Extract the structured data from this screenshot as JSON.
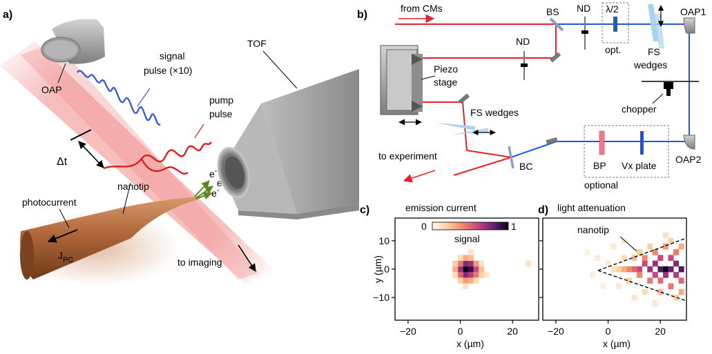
{
  "panels": {
    "a": "a)",
    "b": "b)",
    "c": "c)",
    "d": "d)"
  },
  "panel_a": {
    "oap": "OAP",
    "signal_pulse_line1": "signal",
    "signal_pulse_line2": "pulse (×10)",
    "pump_pulse_line1": "pump",
    "pump_pulse_line2": "pulse",
    "tof": "TOF",
    "delay": "Δt",
    "nanotip": "nanotip",
    "photocurrent": "photocurrent",
    "jpc_main": "J",
    "jpc_sub": "PC",
    "electron": "e",
    "electron_sup": "-",
    "to_imaging": "to imaging",
    "colors": {
      "signal": "#3b5bd6",
      "pump": "#e01b1b",
      "beam": "#f6a6a6",
      "tip": "#a0582a",
      "electron_arrow": "#5a8a1e",
      "metal": "#9a9a9a"
    }
  },
  "panel_b": {
    "from_cms": "from CMs",
    "bs": "BS",
    "nd1": "ND",
    "nd2": "ND",
    "lambda2": "λ/2",
    "opt": "opt.",
    "oap1": "OAP1",
    "fs_wedges_top_line1": "FS",
    "fs_wedges_top_line2": "wedges",
    "piezo_line1": "Piezo",
    "piezo_line2": "stage",
    "chopper": "chopper",
    "fs_wedges_bottom": "FS wedges",
    "to_experiment": "to experiment",
    "bc": "BC",
    "bp": "BP",
    "vx_plate": "Vx plate",
    "optional": "optional",
    "oap2": "OAP2",
    "colors": {
      "red_beam": "#e8202a",
      "blue_beam": "#2255dd",
      "wedge": "#a8d4f0"
    }
  },
  "panel_c": {
    "title": "emission current",
    "colorbar_min": "0",
    "colorbar_max": "1",
    "colorbar_label": "signal",
    "y_axis_label": "y (µm)",
    "x_axis_label": "x (µm)",
    "x_ticks": [
      "−20",
      "0",
      "20"
    ],
    "y_ticks": [
      "10",
      "0",
      "−10"
    ]
  },
  "panel_d": {
    "title": "light attenuation",
    "annotation": "nanotip",
    "x_axis_label": "x (µm)",
    "x_ticks": [
      "−20",
      "0",
      "20"
    ]
  },
  "chart_data": [
    {
      "type": "heatmap",
      "title": "emission current",
      "xlabel": "x (µm)",
      "ylabel": "y (µm)",
      "xlim": [
        -25,
        30
      ],
      "ylim": [
        -18,
        18
      ],
      "colorbar": {
        "label": "signal",
        "range": [
          0,
          1
        ]
      },
      "points": [
        {
          "x": 2,
          "y": 0,
          "v": 1.0
        },
        {
          "x": 4,
          "y": 0,
          "v": 0.9
        },
        {
          "x": 2,
          "y": 2,
          "v": 0.75
        },
        {
          "x": 4,
          "y": 2,
          "v": 0.7
        },
        {
          "x": 0,
          "y": 0,
          "v": 0.7
        },
        {
          "x": 2,
          "y": -2,
          "v": 0.75
        },
        {
          "x": 4,
          "y": -2,
          "v": 0.65
        },
        {
          "x": 6,
          "y": 0,
          "v": 0.6
        },
        {
          "x": 0,
          "y": 2,
          "v": 0.45
        },
        {
          "x": 0,
          "y": -2,
          "v": 0.5
        },
        {
          "x": 6,
          "y": -2,
          "v": 0.45
        },
        {
          "x": 6,
          "y": 2,
          "v": 0.35
        },
        {
          "x": 2,
          "y": 4,
          "v": 0.3
        },
        {
          "x": 4,
          "y": 4,
          "v": 0.25
        },
        {
          "x": 2,
          "y": -4,
          "v": 0.35
        },
        {
          "x": 4,
          "y": -4,
          "v": 0.3
        },
        {
          "x": -2,
          "y": 0,
          "v": 0.3
        },
        {
          "x": 8,
          "y": 0,
          "v": 0.25
        },
        {
          "x": -2,
          "y": 2,
          "v": 0.2
        },
        {
          "x": 0,
          "y": 4,
          "v": 0.15
        },
        {
          "x": 8,
          "y": -2,
          "v": 0.2
        },
        {
          "x": 6,
          "y": -4,
          "v": 0.15
        },
        {
          "x": 0,
          "y": -4,
          "v": 0.2
        },
        {
          "x": -2,
          "y": -2,
          "v": 0.15
        },
        {
          "x": 8,
          "y": 2,
          "v": 0.12
        },
        {
          "x": 2,
          "y": -6,
          "v": 0.12
        },
        {
          "x": 4,
          "y": 6,
          "v": 0.1
        },
        {
          "x": 26,
          "y": 2,
          "v": 0.12
        },
        {
          "x": 10,
          "y": -2,
          "v": 0.1
        }
      ]
    },
    {
      "type": "heatmap",
      "title": "light attenuation",
      "xlabel": "x (µm)",
      "xlim": [
        -25,
        30
      ],
      "ylim": [
        -18,
        18
      ],
      "annotations": [
        {
          "text": "nanotip"
        }
      ],
      "points": [
        {
          "x": 22,
          "y": 0,
          "v": 1.0
        },
        {
          "x": 20,
          "y": 0,
          "v": 0.85
        },
        {
          "x": 24,
          "y": 0,
          "v": 0.8
        },
        {
          "x": 26,
          "y": 2,
          "v": 0.75
        },
        {
          "x": 28,
          "y": 0,
          "v": 0.85
        },
        {
          "x": 18,
          "y": 2,
          "v": 0.7
        },
        {
          "x": 16,
          "y": 0,
          "v": 0.7
        },
        {
          "x": 14,
          "y": 2,
          "v": 0.6
        },
        {
          "x": 12,
          "y": 0,
          "v": 0.6
        },
        {
          "x": 10,
          "y": 0,
          "v": 0.5
        },
        {
          "x": 8,
          "y": 0,
          "v": 0.4
        },
        {
          "x": 6,
          "y": 0,
          "v": 0.3
        },
        {
          "x": 4,
          "y": 0,
          "v": 0.2
        },
        {
          "x": 2,
          "y": 0,
          "v": 0.12
        },
        {
          "x": 20,
          "y": 4,
          "v": 0.6
        },
        {
          "x": 24,
          "y": 4,
          "v": 0.6
        },
        {
          "x": 22,
          "y": -2,
          "v": 0.7
        },
        {
          "x": 18,
          "y": -2,
          "v": 0.6
        },
        {
          "x": 26,
          "y": -2,
          "v": 0.65
        },
        {
          "x": 16,
          "y": -4,
          "v": 0.45
        },
        {
          "x": 20,
          "y": -4,
          "v": 0.5
        },
        {
          "x": 24,
          "y": -6,
          "v": 0.45
        },
        {
          "x": 28,
          "y": -4,
          "v": 0.5
        },
        {
          "x": 14,
          "y": 4,
          "v": 0.4
        },
        {
          "x": 18,
          "y": 6,
          "v": 0.4
        },
        {
          "x": 22,
          "y": 8,
          "v": 0.35
        },
        {
          "x": 26,
          "y": 6,
          "v": 0.45
        },
        {
          "x": 12,
          "y": -2,
          "v": 0.4
        },
        {
          "x": 10,
          "y": 4,
          "v": 0.25
        },
        {
          "x": 12,
          "y": 6,
          "v": 0.2
        },
        {
          "x": 6,
          "y": 4,
          "v": 0.15
        },
        {
          "x": 8,
          "y": -4,
          "v": 0.2
        },
        {
          "x": 28,
          "y": 8,
          "v": 0.3
        },
        {
          "x": 28,
          "y": -8,
          "v": 0.3
        },
        {
          "x": 20,
          "y": -8,
          "v": 0.25
        },
        {
          "x": 16,
          "y": 8,
          "v": 0.2
        },
        {
          "x": 14,
          "y": -8,
          "v": 0.15
        },
        {
          "x": 24,
          "y": 10,
          "v": 0.2
        },
        {
          "x": 26,
          "y": -10,
          "v": 0.2
        },
        {
          "x": 0,
          "y": 2,
          "v": 0.08
        },
        {
          "x": -4,
          "y": 4,
          "v": 0.06
        },
        {
          "x": 4,
          "y": -6,
          "v": 0.08
        },
        {
          "x": -6,
          "y": -2,
          "v": 0.06
        },
        {
          "x": 10,
          "y": -10,
          "v": 0.1
        },
        {
          "x": 2,
          "y": 8,
          "v": 0.08
        },
        {
          "x": 22,
          "y": 12,
          "v": 0.12
        },
        {
          "x": 18,
          "y": -12,
          "v": 0.1
        },
        {
          "x": -2,
          "y": -6,
          "v": 0.05
        },
        {
          "x": 6,
          "y": 10,
          "v": 0.08
        },
        {
          "x": -8,
          "y": 6,
          "v": 0.05
        }
      ]
    }
  ]
}
